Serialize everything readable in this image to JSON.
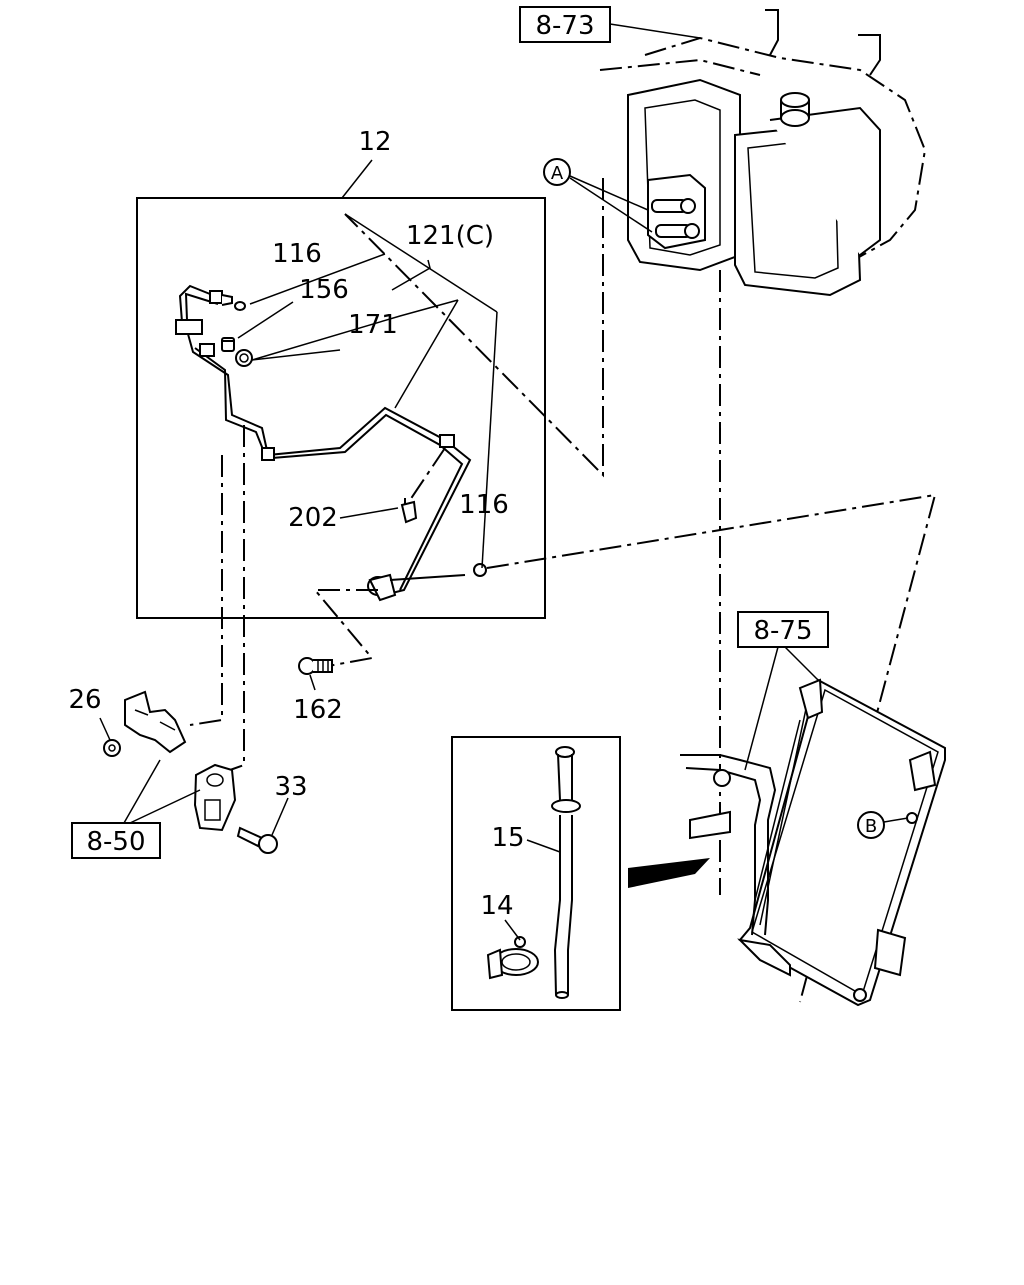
{
  "refs": {
    "r873": "8-73",
    "r875": "8-75",
    "r850": "8-50"
  },
  "markers": {
    "a": "A",
    "b": "B"
  },
  "labels": {
    "p12": "12",
    "p116a": "116",
    "p121": "121(C)",
    "p156": "156",
    "p171": "171",
    "p202": "202",
    "p116b": "116",
    "p162": "162",
    "p26": "26",
    "p33": "33",
    "p15": "15",
    "p14": "14"
  }
}
